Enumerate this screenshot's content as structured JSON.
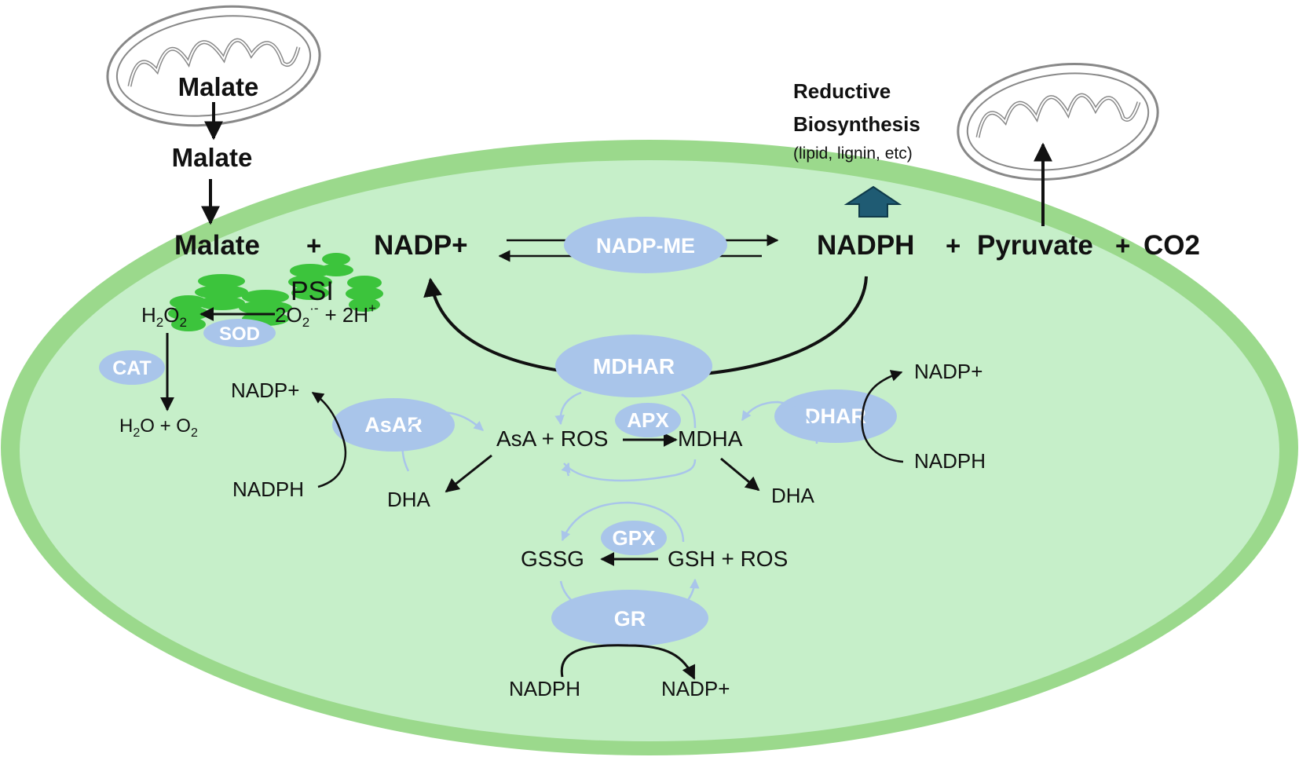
{
  "mito_left": {
    "malate": "Malate"
  },
  "malate_cytosol": "Malate",
  "reaction": {
    "malate": "Malate",
    "plus1": "+",
    "nadp": "NADP+",
    "enzyme": "NADP-ME",
    "nadph": "NADPH",
    "plus2": "+",
    "pyruvate": "Pyruvate",
    "plus3": "+",
    "co2": "CO2"
  },
  "reductive": {
    "line1": "Reductive",
    "line2": "Biosynthesis",
    "line3": "(lipid, lignin, etc)"
  },
  "psi": "PSI",
  "sod_reaction": {
    "h2o2_H": "H",
    "h2o2_2a": "2",
    "h2o2_O": "O",
    "h2o2_2b": "2",
    "superoxide_a": "2O",
    "superoxide_sub": "2",
    "superoxide_sup": "·-",
    "plus_h": "+ 2H",
    "plus_h_sup": "+"
  },
  "sod": "SOD",
  "cat": "CAT",
  "water": {
    "H": "H",
    "sub2": "2",
    "O_plus": "O + O",
    "sub2b": "2"
  },
  "mdhar": "MDHAR",
  "apx": "APX",
  "asar": {
    "enzyme": "AsAR",
    "nadp": "NADP+",
    "nadph": "NADPH",
    "dha": "DHA"
  },
  "center": {
    "asa_ros": "AsA + ROS",
    "mdha": "MDHA",
    "dha": "DHA"
  },
  "dhar": {
    "enzyme": "DHAR",
    "nadp": "NADP+",
    "nadph": "NADPH"
  },
  "gpx": "GPX",
  "glutathione": {
    "gssg": "GSSG",
    "gsh_ros": "GSH + ROS"
  },
  "gr": {
    "enzyme": "GR",
    "nadph": "NADPH",
    "nadp": "NADP+"
  },
  "colors": {
    "cell_fill": "#c6efc9",
    "cell_border": "#9bd98c",
    "enzyme": "#a9c5ea",
    "psi_green": "#3cc43c",
    "big_arrow": "#1f5b73"
  }
}
